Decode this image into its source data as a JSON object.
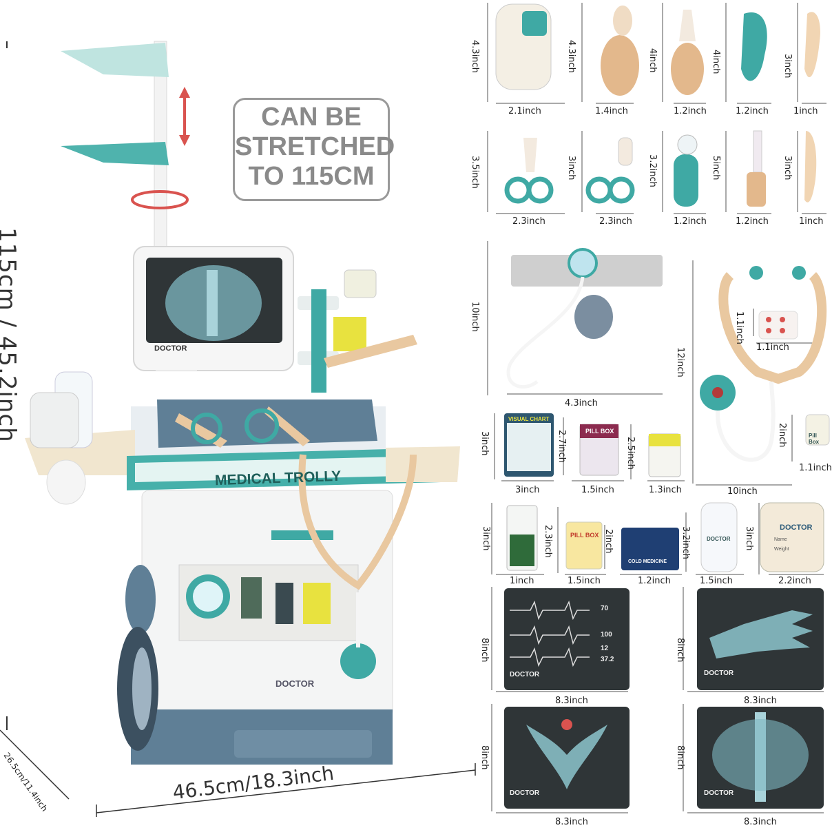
{
  "callout": {
    "line1": "CAN BE",
    "line2": "STRETCHED",
    "line3": "TO 115CM"
  },
  "trolley": {
    "height_label": "115cm / 45.2inch",
    "width_label": "46.5cm/18.3inch",
    "depth_label": "26.5cm/11.4inch",
    "front_label": "MEDICAL TROLLY",
    "monitor_label": "DOCTOR",
    "body_label": "DOCTOR"
  },
  "colors": {
    "teal": "#3fa9a4",
    "peach": "#e9c8a0",
    "slate": "#5f7f96",
    "arrow_red": "#d9534f"
  },
  "items_row1": [
    {
      "name": "thermometer-gun",
      "height": "4.3inch",
      "width": "2.1inch"
    },
    {
      "name": "bottle",
      "height": "4.3inch",
      "width": "1.4inch"
    },
    {
      "name": "dropper-bottle",
      "height": "4inch",
      "width": "1.2inch"
    },
    {
      "name": "otoscope",
      "height": "4inch",
      "width": "1.2inch"
    },
    {
      "name": "tongue-depressor",
      "height": "3inch",
      "width": "1inch"
    }
  ],
  "items_row2": [
    {
      "name": "scissors",
      "height": "3.5inch",
      "width": "2.3inch"
    },
    {
      "name": "forceps",
      "height": "3inch",
      "width": "2.3inch"
    },
    {
      "name": "magnifier",
      "height": "3.2inch",
      "width": "1.2inch"
    },
    {
      "name": "syringe",
      "height": "5inch",
      "width": "1.2inch"
    },
    {
      "name": "spatula",
      "height": "3inch",
      "width": "1inch"
    }
  ],
  "cuff": {
    "height": "10inch",
    "width": "4.3inch"
  },
  "stethoscope": {
    "height": "12inch",
    "width": "10inch"
  },
  "pills": {
    "height": "1.1inch",
    "width": "1.1inch"
  },
  "jar": {
    "height": "2inch",
    "width": "1.1inch",
    "text": "Pill Box"
  },
  "row_boxes": [
    {
      "name": "visual-chart",
      "height": "3inch",
      "height2": "2.7inch",
      "width": "3inch",
      "text": "VISUAL CHART"
    },
    {
      "name": "pill-box-pink",
      "height": "2.5inch",
      "width": "1.5inch",
      "text": "PILL BOX"
    },
    {
      "name": "eye-drops-box",
      "height": "",
      "width": "1.3inch"
    }
  ],
  "row_boxes2": [
    {
      "name": "hand-sanitizer-box",
      "height": "3inch",
      "height2": "2.3inch",
      "width": "1inch"
    },
    {
      "name": "pill-box-yellow",
      "height": "2inch",
      "width": "1.5inch",
      "text": "PILL BOX"
    },
    {
      "name": "cold-medicine-box",
      "height": "3.2inch",
      "width": "1.2inch",
      "text": "COLD MEDICINE"
    },
    {
      "name": "soap-bottle",
      "height": "3inch",
      "width": "1.5inch",
      "text": "DOCTOR"
    },
    {
      "name": "doctor-badge",
      "height": "",
      "width": "2.2inch",
      "text": "DOCTOR",
      "text2": "Name",
      "text3": "Weight"
    }
  ],
  "xrays": [
    {
      "name": "ecg-screen",
      "height": "8inch",
      "width": "8.3inch",
      "label": "DOCTOR",
      "vitals": [
        "70",
        "100",
        "12",
        "37.2"
      ]
    },
    {
      "name": "hand-xray",
      "height": "8inch",
      "width": "8.3inch",
      "label": "DOCTOR"
    },
    {
      "name": "pelvis-xray",
      "height": "8inch",
      "width": "8.3inch",
      "label": "DOCTOR"
    },
    {
      "name": "chest-xray",
      "height": "8inch",
      "width": "8.3inch",
      "label": "DOCTOR"
    }
  ]
}
